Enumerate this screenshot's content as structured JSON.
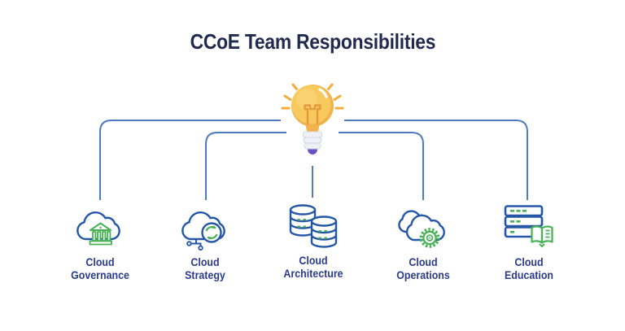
{
  "title": "CCoE Team Responsibilities",
  "center": {
    "icon": "lightbulb-idea-icon"
  },
  "items": [
    {
      "name": "cloud-governance",
      "icon": "cloud-bank-icon",
      "lines": [
        "Cloud",
        "Governance"
      ]
    },
    {
      "name": "cloud-strategy",
      "icon": "cloud-sync-network-icon",
      "lines": [
        "Cloud",
        "Strategy"
      ]
    },
    {
      "name": "cloud-architecture",
      "icon": "database-stack-icon",
      "lines": [
        "Cloud",
        "Architecture"
      ]
    },
    {
      "name": "cloud-operations",
      "icon": "clouds-gear-icon",
      "lines": [
        "Cloud",
        "Operations"
      ]
    },
    {
      "name": "cloud-education",
      "icon": "server-book-icon",
      "lines": [
        "Cloud",
        "Education"
      ]
    }
  ],
  "colors": {
    "background": "#ffffff",
    "title_text": "#1f2a4e",
    "label_text": "#2a3b8f",
    "connector_line": "#4e7bc0",
    "icon_blue": "#2457a7",
    "icon_green": "#47b254",
    "bulb_yellow": "#f8c95e",
    "bulb_shade": "#f1b24b",
    "bulb_rays": "#f6ad3a",
    "bulb_base": "#eef0f5",
    "bulb_tip": "#6a51c4"
  }
}
